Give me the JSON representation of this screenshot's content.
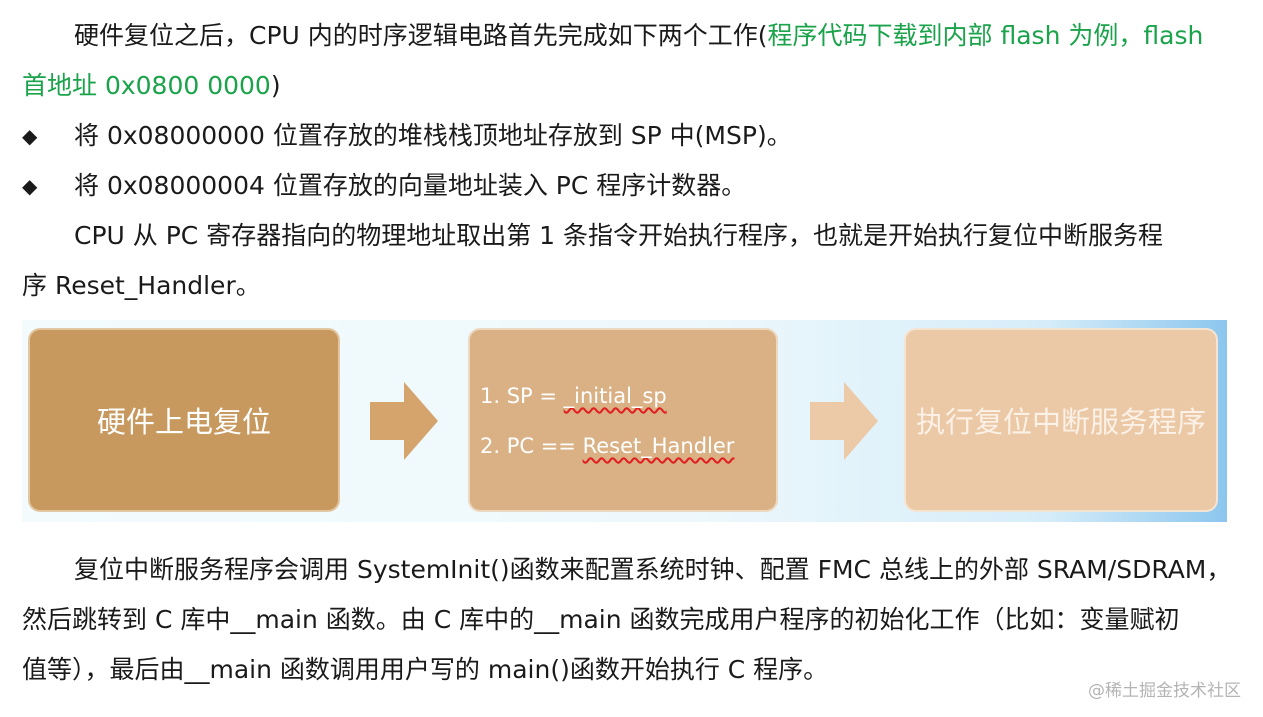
{
  "para1": {
    "text": "硬件复位之后，CPU 内的时序逻辑电路首先完成如下两个工作(",
    "green1": "程序代码下载到内部 flash 为例，flash",
    "green2": "首地址 0x0800 0000",
    "close": ")"
  },
  "bullets": [
    {
      "icon": "◆",
      "text": "将 0x08000000 位置存放的堆栈栈顶地址存放到 SP 中(MSP)。"
    },
    {
      "icon": "◆",
      "text": "将 0x08000004 位置存放的向量地址装入 PC 程序计数器。"
    }
  ],
  "para2": {
    "line1": "CPU 从 PC 寄存器指向的物理地址取出第 1 条指令开始执行程序，也就是开始执行复位中断服务程",
    "line2": "序 Reset_Handler。"
  },
  "flow": {
    "box1": "硬件上电复位",
    "box2": {
      "step1_prefix": "1. SP = ",
      "step1_value": "_initial_sp",
      "step2_prefix": "2. PC == ",
      "step2_value": "Reset_Handler"
    },
    "box3": "执行复位中断服务程序",
    "colors": {
      "box1": "#c7995e",
      "box2": "#d9b185",
      "box3": "#ebc8a6",
      "arrow1": "#d4a46c",
      "arrow2": "#ecc9a7"
    }
  },
  "para3": {
    "line1": "复位中断服务程序会调用 SystemInit()函数来配置系统时钟、配置 FMC 总线上的外部 SRAM/SDRAM，",
    "line2": "然后跳转到 C 库中__main 函数。由 C 库中的__main 函数完成用户程序的初始化工作（比如：变量赋初",
    "line3": "值等），最后由__main 函数调用用户写的 main()函数开始执行 C 程序。"
  },
  "watermark": "@稀土掘金技术社区"
}
